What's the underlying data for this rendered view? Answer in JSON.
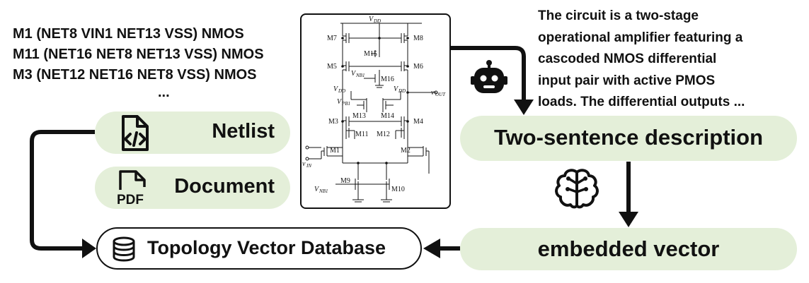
{
  "netlist_lines": [
    "M1 (NET8 VIN1 NET13 VSS) NMOS",
    "M11 (NET16 NET8 NET13 VSS) NMOS",
    "M3 (NET12 NET16 NET8 VSS) NMOS"
  ],
  "netlist_ellipsis": "...",
  "netlist_label": "Netlist",
  "document_label": "Document",
  "document_icon_text": "PDF",
  "database_label": "Topology Vector Database",
  "description_label": "Two-sentence description",
  "embedded_label": "embedded vector",
  "description_lines": [
    "The circuit is a two-stage",
    "operational amplifier featuring a",
    "cascoded NMOS differential",
    "input pair with active PMOS",
    "loads. The differential outputs ..."
  ],
  "schematic": {
    "vdd_top": "V",
    "vdd_top_sub": "DD",
    "vdd_left": "V",
    "vdd_left_sub": "DD",
    "vdd_right": "V",
    "vdd_right_sub": "DD",
    "vnb1_top": "V",
    "vnb1_top_sub": "NB1",
    "vpb1": "V",
    "vpb1_sub": "PB1",
    "vout": "v",
    "vout_sub": "OUT",
    "vin": "v",
    "vin_sub": "IN",
    "vnb1_bottom": "V",
    "vnb1_bottom_sub": "NB1",
    "transistors": [
      "M7",
      "M8",
      "M15",
      "M5",
      "M6",
      "M16",
      "M13",
      "M14",
      "M3",
      "M4",
      "M11",
      "M12",
      "M1",
      "M2",
      "M9",
      "M10"
    ]
  },
  "icons": {
    "netlist": "code-file-icon",
    "document": "pdf-file-icon",
    "database": "database-icon",
    "robot": "robot-icon",
    "brain": "brain-icon"
  }
}
